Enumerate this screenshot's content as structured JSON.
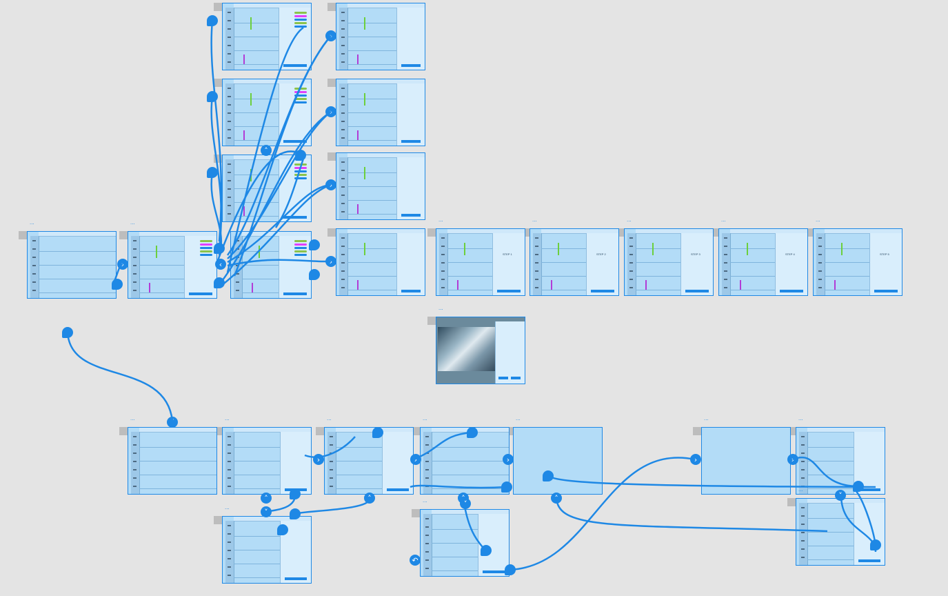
{
  "canvas": {
    "background": "#e4e4e4",
    "accent": "#1e88e5",
    "artboard_fill": "#b3dcf7"
  },
  "artboard_label": "...",
  "artboards": [
    {
      "id": "a1",
      "kind": "map",
      "label": "...",
      "show_label": true
    },
    {
      "id": "a2",
      "kind": "list",
      "label": "...",
      "show_label": true
    },
    {
      "id": "r1",
      "kind": "list",
      "label": "",
      "show_label": false
    },
    {
      "id": "r2",
      "kind": "list",
      "label": "",
      "show_label": false
    },
    {
      "id": "r3",
      "kind": "list",
      "label": "",
      "show_label": false
    },
    {
      "id": "r4",
      "kind": "list",
      "label": "",
      "show_label": false
    },
    {
      "id": "p1",
      "kind": "detail",
      "label": "",
      "show_label": false
    },
    {
      "id": "p2",
      "kind": "detail",
      "label": "",
      "show_label": false
    },
    {
      "id": "p3",
      "kind": "detail",
      "label": "",
      "show_label": false
    },
    {
      "id": "p4",
      "kind": "detail",
      "label": "",
      "show_label": false
    },
    {
      "id": "s1",
      "kind": "step",
      "label": "...",
      "step": "STEP 1",
      "show_label": true
    },
    {
      "id": "s2",
      "kind": "step",
      "label": "...",
      "step": "STEP 2",
      "show_label": true
    },
    {
      "id": "s3",
      "kind": "step",
      "label": "...",
      "step": "STEP 3",
      "show_label": true
    },
    {
      "id": "s4",
      "kind": "step",
      "label": "...",
      "step": "STEP 4",
      "show_label": true
    },
    {
      "id": "s5",
      "kind": "step",
      "label": "...",
      "step": "STEP 5",
      "show_label": true
    },
    {
      "id": "photo",
      "kind": "photo",
      "label": "...",
      "show_label": true
    },
    {
      "id": "b1",
      "kind": "map",
      "label": "...",
      "show_label": true
    },
    {
      "id": "b2",
      "kind": "form",
      "label": "...",
      "show_label": true
    },
    {
      "id": "b3",
      "kind": "form",
      "label": "...",
      "show_label": true
    },
    {
      "id": "b4",
      "kind": "map",
      "label": "...",
      "show_label": true
    },
    {
      "id": "b5",
      "kind": "blank",
      "label": "...",
      "show_label": true
    },
    {
      "id": "b6",
      "kind": "blank",
      "label": "...",
      "show_label": true
    },
    {
      "id": "b7",
      "kind": "form",
      "label": "...",
      "show_label": true
    },
    {
      "id": "c1",
      "kind": "form",
      "label": "...",
      "show_label": true
    },
    {
      "id": "c2",
      "kind": "form",
      "label": "...",
      "show_label": true
    },
    {
      "id": "c3",
      "kind": "form",
      "label": "...",
      "show_label": true
    }
  ],
  "step_titles": [
    "STEP 1",
    "STEP 2",
    "STEP 3",
    "STEP 4",
    "STEP 5"
  ],
  "connectors": {
    "color": "#1e88e5",
    "count": 28
  },
  "icons": [
    "chevron-right-icon",
    "chevron-down-icon",
    "chevron-up-icon",
    "back-arrow-icon"
  ]
}
